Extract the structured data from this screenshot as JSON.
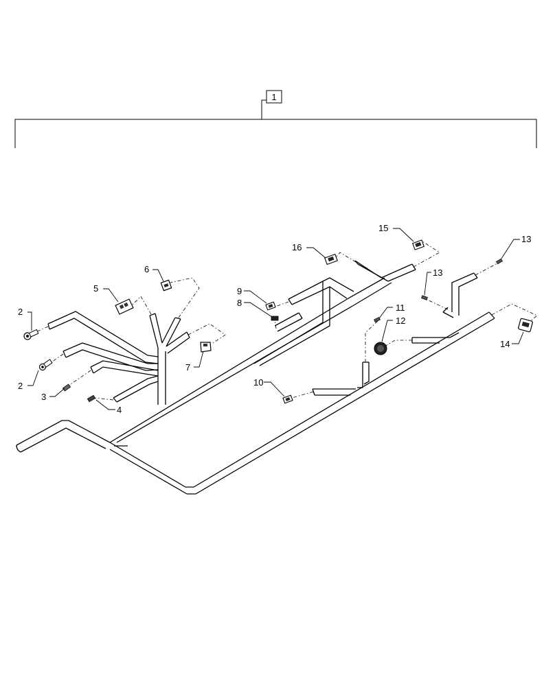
{
  "diagram": {
    "assembly_label": "1",
    "callouts": [
      {
        "key": "c2a",
        "text": "2"
      },
      {
        "key": "c2b",
        "text": "2"
      },
      {
        "key": "c3",
        "text": "3"
      },
      {
        "key": "c4",
        "text": "4"
      },
      {
        "key": "c5",
        "text": "5"
      },
      {
        "key": "c6",
        "text": "6"
      },
      {
        "key": "c7",
        "text": "7"
      },
      {
        "key": "c8",
        "text": "8"
      },
      {
        "key": "c9",
        "text": "9"
      },
      {
        "key": "c10",
        "text": "10"
      },
      {
        "key": "c11",
        "text": "11"
      },
      {
        "key": "c12",
        "text": "12"
      },
      {
        "key": "c13a",
        "text": "13"
      },
      {
        "key": "c13b",
        "text": "13"
      },
      {
        "key": "c14",
        "text": "14"
      },
      {
        "key": "c15",
        "text": "15"
      },
      {
        "key": "c16",
        "text": "16"
      }
    ]
  }
}
